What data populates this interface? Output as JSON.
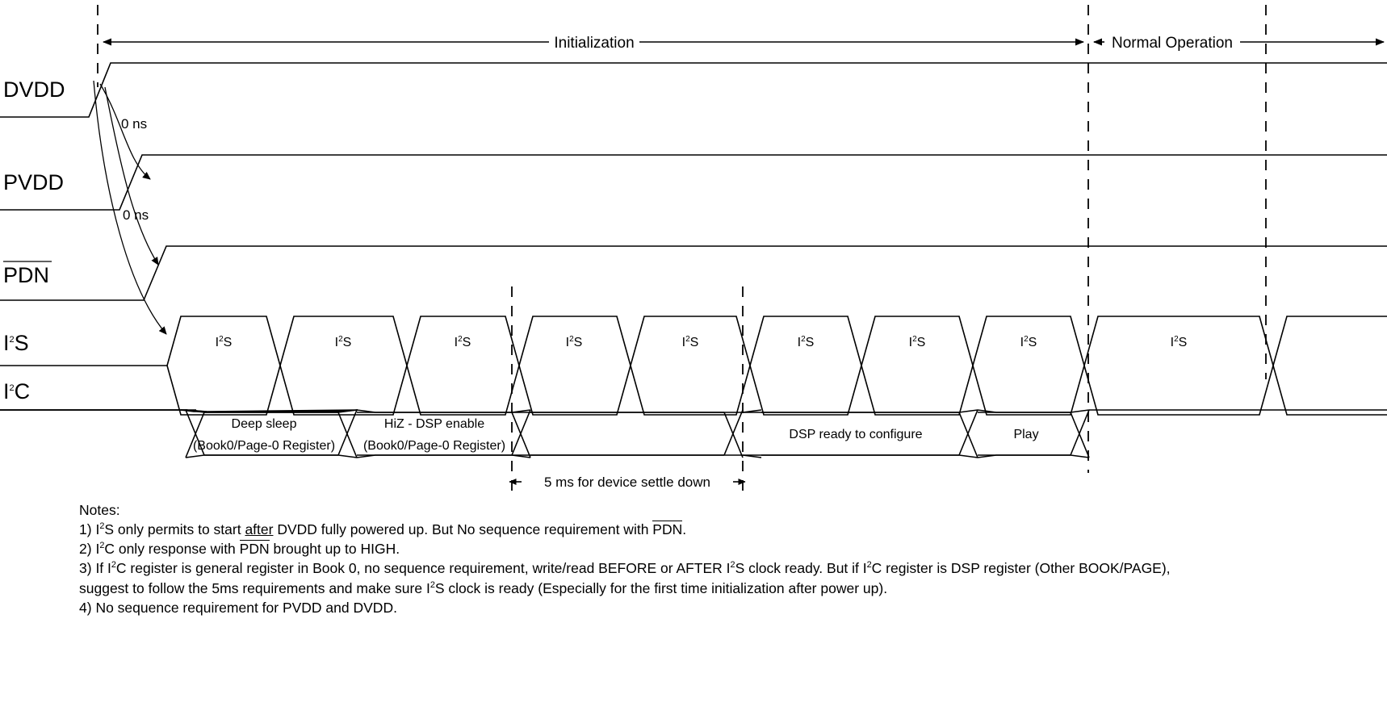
{
  "diagram": {
    "title_phases": [
      {
        "label": "Initialization"
      },
      {
        "label": "Normal Operation"
      }
    ],
    "signals": [
      {
        "name": "DVDD",
        "overline": false,
        "sup": ""
      },
      {
        "name": "PVDD",
        "overline": false,
        "sup": ""
      },
      {
        "name": "PDN",
        "overline": true,
        "sup": ""
      },
      {
        "name": "I S",
        "overline": false,
        "sup": "2",
        "display": "I2S"
      },
      {
        "name": "I C",
        "overline": false,
        "sup": "2",
        "display": "I2C"
      }
    ],
    "signal_labels": {
      "dvdd": "DVDD",
      "pvdd": "PVDD",
      "pdn": "PDN",
      "i2s_base_left": "I",
      "i2s_sup": "2",
      "i2s_base_right": "S",
      "i2c_base_left": "I",
      "i2c_sup": "2",
      "i2c_base_right": "C"
    },
    "timing_annotations": [
      {
        "id": "dvdd-to-pvdd",
        "value": "0 ns"
      },
      {
        "id": "pvdd-to-pdn",
        "value": "0 ns"
      },
      {
        "id": "settle",
        "value": "5 ms for device settle down"
      }
    ],
    "i2s_cells": [
      {
        "label_base": "I",
        "label_sup": "2",
        "label_tail": "S"
      },
      {
        "label_base": "I",
        "label_sup": "2",
        "label_tail": "S"
      },
      {
        "label_base": "I",
        "label_sup": "2",
        "label_tail": "S"
      },
      {
        "label_base": "I",
        "label_sup": "2",
        "label_tail": "S"
      },
      {
        "label_base": "I",
        "label_sup": "2",
        "label_tail": "S"
      },
      {
        "label_base": "I",
        "label_sup": "2",
        "label_tail": "S"
      },
      {
        "label_base": "I",
        "label_sup": "2",
        "label_tail": "S"
      },
      {
        "label_base": "I",
        "label_sup": "2",
        "label_tail": "S"
      },
      {
        "label_base": "I",
        "label_sup": "2",
        "label_tail": "S"
      }
    ],
    "i2c_cells": [
      {
        "line1": "Deep sleep",
        "line2": "(Book0/Page-0 Register)"
      },
      {
        "line1": "HiZ - DSP enable",
        "line2": "(Book0/Page-0 Register)"
      },
      {
        "line1": "",
        "line2": ""
      },
      {
        "line1": "DSP ready to configure",
        "line2": ""
      },
      {
        "line1": "Play",
        "line2": ""
      }
    ]
  },
  "notes": {
    "heading": "Notes:",
    "items": [
      {
        "num": "1)",
        "segments": [
          {
            "t": "I",
            "style": "plain"
          },
          {
            "t": "2",
            "style": "sup"
          },
          {
            "t": "S only permits to start ",
            "style": "plain"
          },
          {
            "t": "after",
            "style": "underline"
          },
          {
            "t": " DVDD fully powered up. But No sequence requirement with ",
            "style": "plain"
          },
          {
            "t": "PDN",
            "style": "overline"
          },
          {
            "t": ".",
            "style": "plain"
          }
        ]
      },
      {
        "num": "2)",
        "segments": [
          {
            "t": "I",
            "style": "plain"
          },
          {
            "t": "2",
            "style": "sup"
          },
          {
            "t": "C only response with ",
            "style": "plain"
          },
          {
            "t": "PDN",
            "style": "overline"
          },
          {
            "t": " brought up to HIGH.",
            "style": "plain"
          }
        ]
      },
      {
        "num": "3)",
        "segments": [
          {
            "t": "If I",
            "style": "plain"
          },
          {
            "t": "2",
            "style": "sup"
          },
          {
            "t": "C register is general register in Book 0, no sequence requirement, write/read BEFORE or AFTER I",
            "style": "plain"
          },
          {
            "t": "2",
            "style": "sup"
          },
          {
            "t": "S clock ready. But if I",
            "style": "plain"
          },
          {
            "t": "2",
            "style": "sup"
          },
          {
            "t": "C register is DSP register (Other BOOK/PAGE), suggest to follow the 5ms requirements and make sure I",
            "style": "plain"
          },
          {
            "t": "2",
            "style": "sup"
          },
          {
            "t": "S clock is ready (Especially for the first time initialization after power up).",
            "style": "plain"
          }
        ]
      },
      {
        "num": "4)",
        "segments": [
          {
            "t": "No sequence requirement for PVDD and DVDD.",
            "style": "plain"
          }
        ]
      }
    ]
  },
  "colors": {
    "stroke": "#000000",
    "background": "#ffffff"
  }
}
